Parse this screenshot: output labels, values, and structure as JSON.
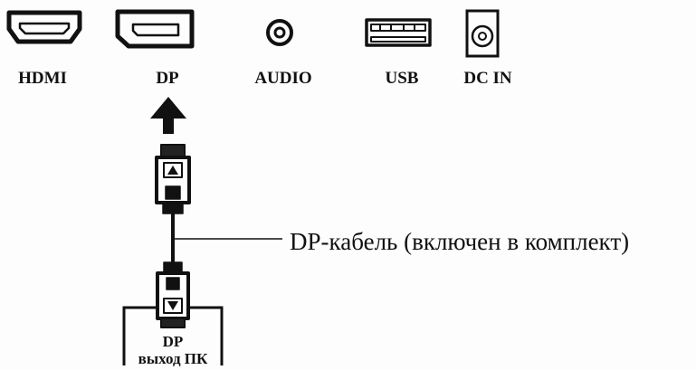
{
  "ports": {
    "hdmi": "HDMI",
    "dp": "DP",
    "audio": "AUDIO",
    "usb": "USB",
    "dc_in": "DC IN"
  },
  "cable_label": "DP-кабель (включен в комплект)",
  "pc_port": {
    "line1": "DP",
    "line2": "выход ПК"
  },
  "icons": [
    "hdmi-port-icon",
    "dp-port-icon",
    "audio-jack-icon",
    "usb-port-icon",
    "dc-in-port-icon",
    "arrow-up-icon",
    "dp-plug-icon"
  ],
  "colors": {
    "ink": "#111111",
    "background": "#fdfdfd"
  }
}
